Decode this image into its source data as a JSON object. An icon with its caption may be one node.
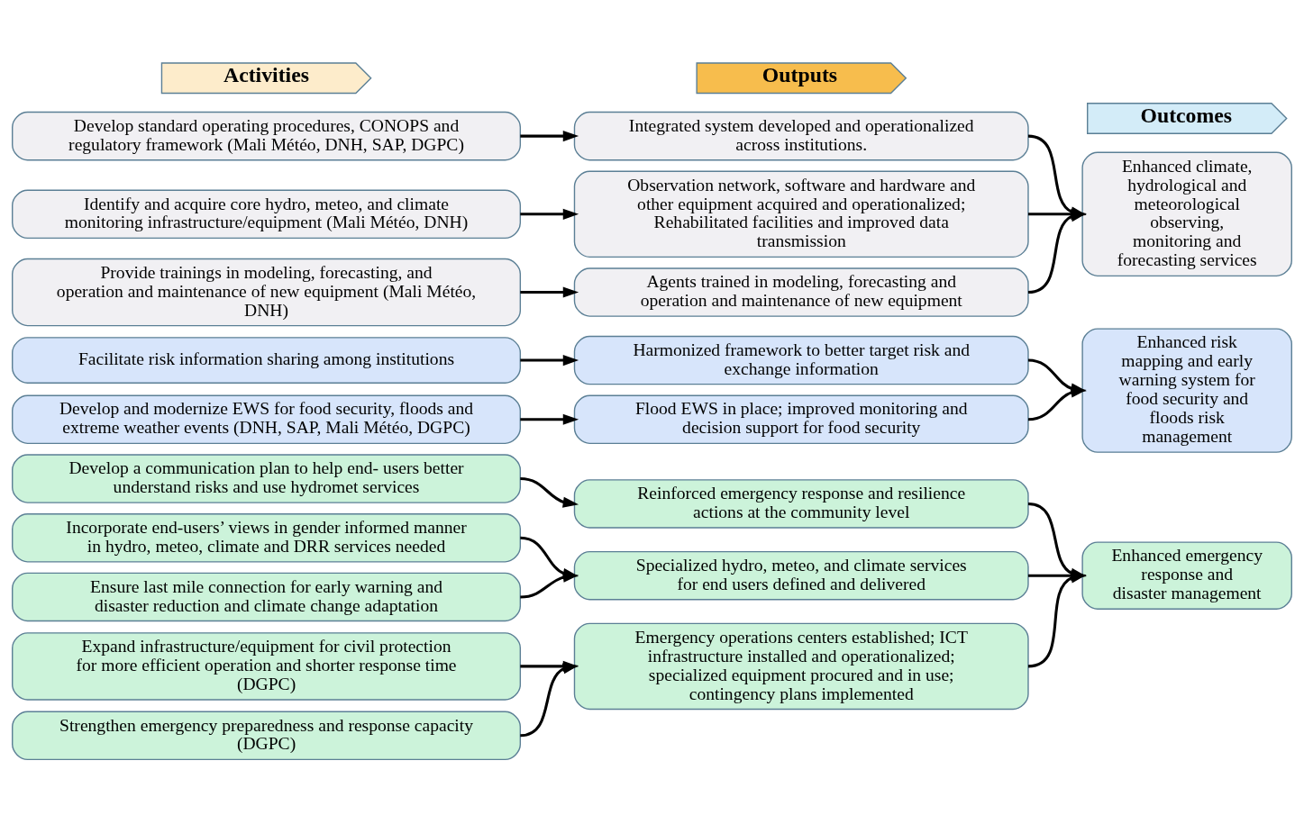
{
  "diagram": {
    "nodes": [
      {
        "text": [
          "Activities"
        ]
      },
      {
        "text": [
          "Outputs"
        ]
      },
      {
        "text": [
          "Outcomes"
        ]
      },
      {
        "text": [
          "Provide trainings in modeling, forecasting, and operation and maintenance of new equipment (Mali Météo, DNH)"
        ]
      },
      {
        "text": [
          "Identify and acquire core hydro, meteo, and climate monitoring infrastructure/equipment (Mali Météo, DNH)"
        ]
      },
      {
        "text": [
          "Develop standard operating procedures, CONOPS and regulatory framework (Mali Météo, DNH, SAP, DGPC)"
        ]
      },
      {
        "text": [
          "Develop and modernize EWS for food security, floods and extreme weather events (DNH, SAP, Mali Météo, DGPC)"
        ]
      },
      {
        "text": [
          "Facilitate risk information sharing among institutions"
        ]
      },
      {
        "text": [
          "Strengthen emergency preparedness and response capacity (DGPC)"
        ]
      },
      {
        "text": [
          "Expand infrastructure/equipment for civil protection for more efficient operation and shorter response time (DGPC)"
        ]
      },
      {
        "text": [
          "Ensure last mile connection for early warning and disaster reduction and climate change adaptation"
        ]
      },
      {
        "text": [
          "Incorporate end-users’ views in gender informed manner in hydro, meteo, climate and DRR services needed"
        ]
      },
      {
        "text": [
          "Develop a communication plan to help end- users better understand risks and use hydromet services"
        ]
      },
      {
        "text": [
          "Agents trained in modeling, forecasting and operation and maintenance of new equipment"
        ]
      },
      {
        "text": [
          "Observation network, software and hardware and other equipment acquired and operationalized; Rehabilitated facilities and improved data transmission"
        ]
      },
      {
        "text": [
          "Integrated system developed and operationalized across institutions."
        ]
      },
      {
        "text": [
          "Flood EWS in place; improved monitoring and decision support for food security"
        ]
      },
      {
        "text": [
          "Harmonized framework to better target risk and exchange information"
        ]
      },
      {
        "text": [
          "Emergency operations centers established; ICT infrastructure installed and operationalized; specialized equipment procured and in use; contingency plans implemented"
        ]
      },
      {
        "text": [
          "Specialized hydro, meteo, and climate services for end users defined and delivered"
        ]
      },
      {
        "text": [
          "Reinforced emergency response and resilience actions at the community level"
        ]
      },
      {
        "text": [
          "Enhanced climate, hydrological and meteorological observing, monitoring and forecasting services"
        ]
      },
      {
        "text": [
          "Enhanced risk mapping and early warning system for food security and floods risk management"
        ]
      },
      {
        "text": [
          "Enhanced emergency response and disaster management"
        ]
      }
    ],
    "edges": [
      {
        "from": 3,
        "to": 13,
        "arrow": "to"
      },
      {
        "from": 4,
        "to": 14,
        "arrow": "to"
      },
      {
        "from": 5,
        "to": 15,
        "arrow": "to"
      },
      {
        "from": 6,
        "to": 16,
        "arrow": "to"
      },
      {
        "from": 7,
        "to": 17,
        "arrow": "to"
      },
      {
        "from": 8,
        "to": 18,
        "arrow": "to"
      },
      {
        "from": 9,
        "to": 18,
        "arrow": "to"
      },
      {
        "from": 10,
        "to": 19,
        "arrow": "to"
      },
      {
        "from": 11,
        "to": 19,
        "arrow": "to"
      },
      {
        "from": 12,
        "to": 20,
        "arrow": "to"
      },
      {
        "from": 13,
        "to": 21,
        "arrow": "to"
      },
      {
        "from": 14,
        "to": 21,
        "arrow": "to"
      },
      {
        "from": 15,
        "to": 21,
        "arrow": "to"
      },
      {
        "from": 16,
        "to": 22,
        "arrow": "to"
      },
      {
        "from": 17,
        "to": 22,
        "arrow": "to"
      },
      {
        "from": 18,
        "to": 23,
        "arrow": "to"
      },
      {
        "from": 19,
        "to": 23,
        "arrow": "to"
      },
      {
        "from": 20,
        "to": 23,
        "arrow": "to"
      }
    ]
  }
}
